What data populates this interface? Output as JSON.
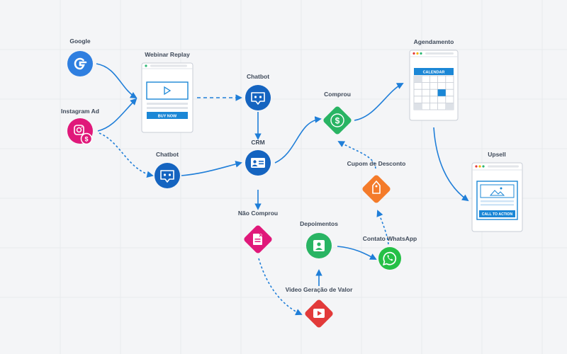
{
  "labels": {
    "google": "Google",
    "instagram": "Instagram Ad",
    "webinar": "Webinar Replay",
    "chatbot_top": "Chatbot",
    "chatbot_bottom": "Chatbot",
    "crm": "CRM",
    "comprou": "Comprou",
    "nao_comprou": "Não Comprou",
    "depoimentos": "Depoimentos",
    "video": "Video Geração de Valor",
    "cupom": "Cupom de Desconto",
    "whatsapp": "Contato WhatsApp",
    "agendamento": "Agendamento",
    "upsell": "Upsell"
  },
  "webinar_page": {
    "button_label": "BUY NOW"
  },
  "calendar_page": {
    "header_label": "CALENDAR"
  },
  "upsell_page": {
    "button_label": "CALL TO ACTION"
  },
  "colors": {
    "background": "#f4f5f7",
    "arrow": "#1f7ed8",
    "google": "#2f7fe0",
    "instagram": "#e0187a",
    "chatbot": "#1564c0",
    "crm": "#1564c0",
    "comprou": "#29b463",
    "nao_comprou": "#e0187a",
    "depoimentos": "#29b463",
    "video": "#e23a3a",
    "cupom": "#f47b2a",
    "whatsapp": "#25c046",
    "page_accent": "#1b87d6"
  }
}
